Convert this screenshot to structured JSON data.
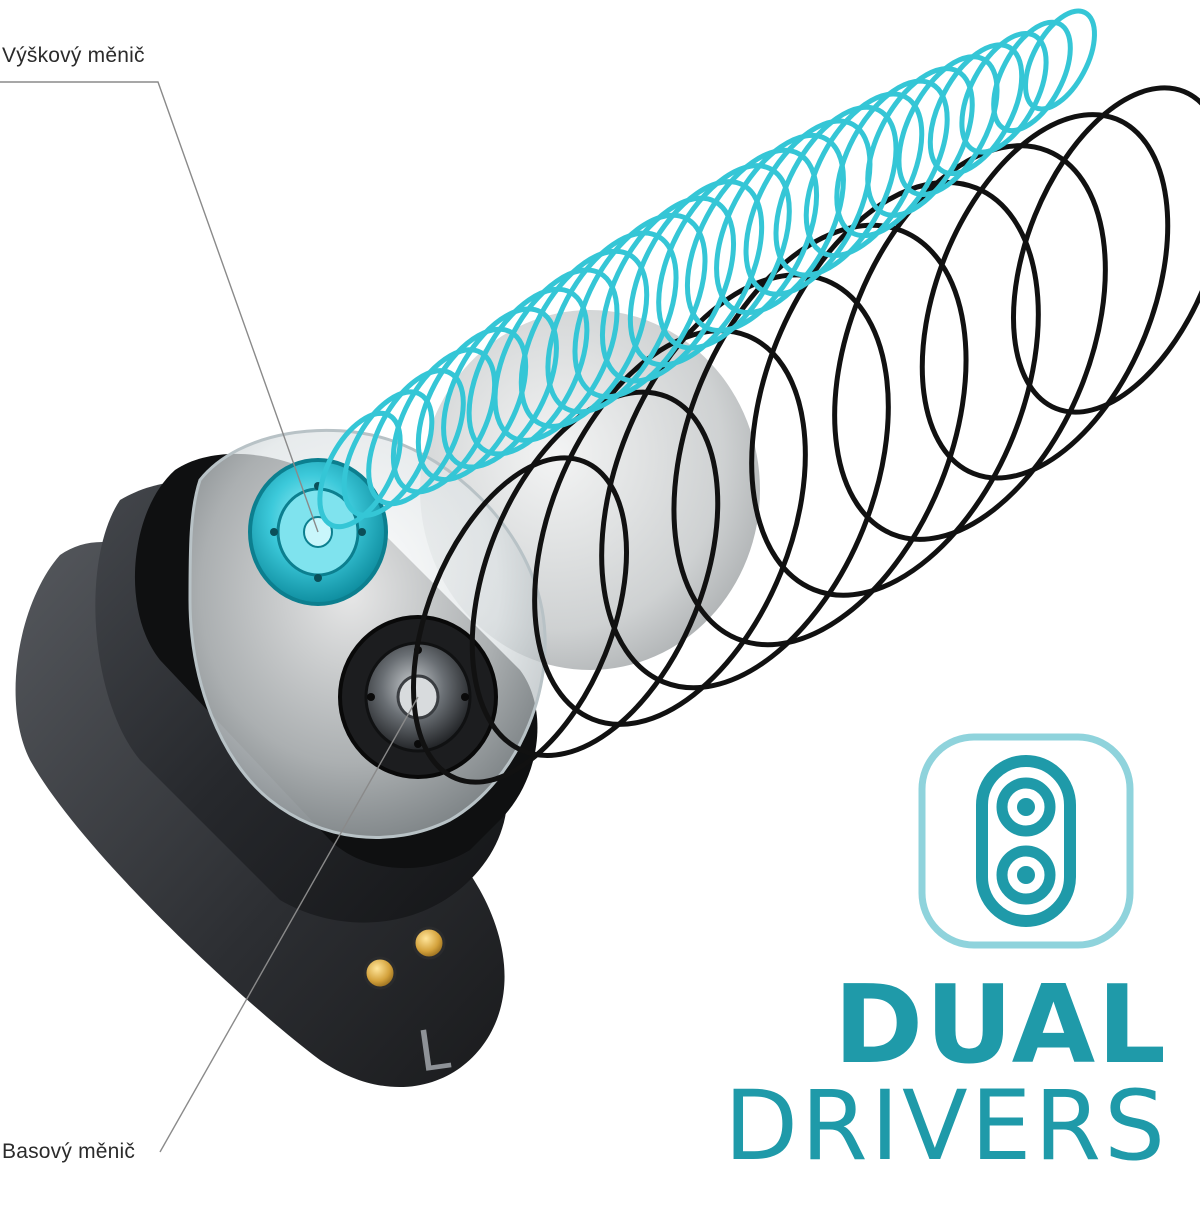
{
  "labels": {
    "treble_driver": "Výškový měnič",
    "bass_driver": "Basový měnič"
  },
  "earbud": {
    "side_marker": "L"
  },
  "headline": {
    "line1": "DUAL",
    "line2": "DRIVERS"
  },
  "badge": {
    "icon": "dual-driver-icon"
  },
  "colors": {
    "accent": "#1f9aa9",
    "accent_light": "#8fd3dc",
    "wave_cyan": "#35c6d6",
    "wave_black": "#111111",
    "body_dark": "#2a2c30",
    "callout_line": "#8a8a8a"
  }
}
